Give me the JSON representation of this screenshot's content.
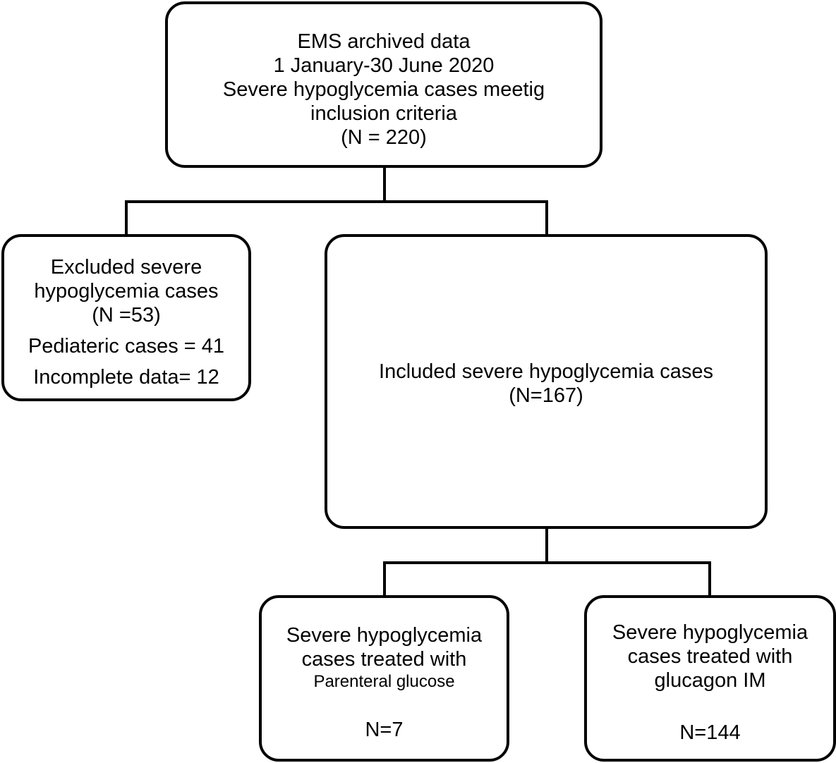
{
  "top_box": {
    "line1": "EMS archived data",
    "line2": "1 January-30 June 2020",
    "line3": "Severe hypoglycemia cases meetig",
    "line4": "inclusion criteria",
    "line5": "(N = 220)"
  },
  "excluded_box": {
    "line1": "Excluded severe",
    "line2": "hypoglycemia cases",
    "line3": "(N =53)",
    "line4": "Pediateric cases = 41",
    "line5": "Incomplete data= 12"
  },
  "included_box": {
    "line1": "Included severe hypoglycemia cases",
    "line2": "(N=167)"
  },
  "parenteral_box": {
    "line1": "Severe hypoglycemia",
    "line2": "cases treated with",
    "line3": "Parenteral glucose",
    "n": "N=7"
  },
  "glucagon_box": {
    "line1": "Severe hypoglycemia",
    "line2": "cases treated with",
    "line3": "glucagon IM",
    "n": "N=144"
  }
}
